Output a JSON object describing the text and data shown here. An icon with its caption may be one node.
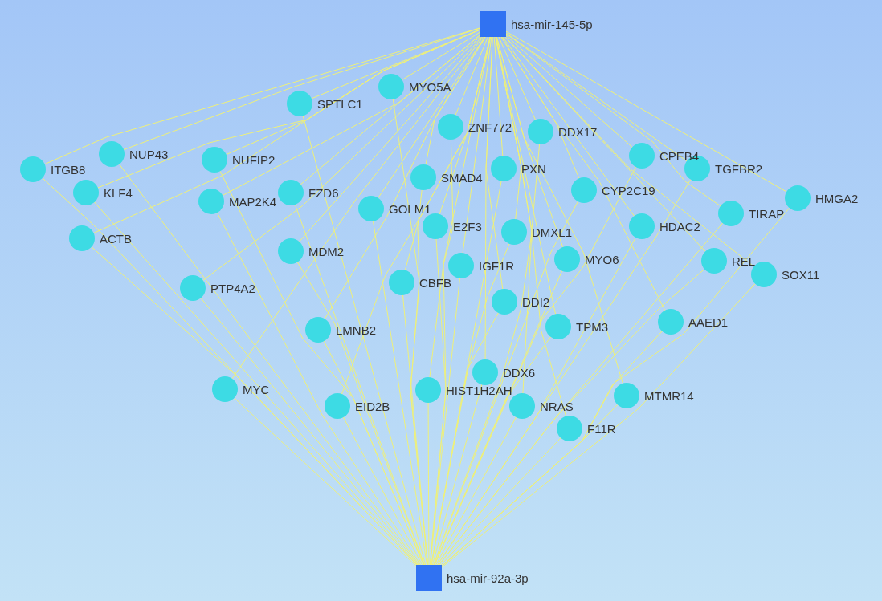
{
  "diagram": {
    "nodes": [
      {
        "text": [
          "hsa-mir-145-5p"
        ]
      },
      {
        "text": [
          "MYO5A"
        ]
      },
      {
        "text": [
          "SPTLC1"
        ]
      },
      {
        "text": [
          "ZNF772"
        ]
      },
      {
        "text": [
          "DDX17"
        ]
      },
      {
        "text": [
          "NUP43"
        ]
      },
      {
        "text": [
          "CPEB4"
        ]
      },
      {
        "text": [
          "ITGB8"
        ]
      },
      {
        "text": [
          "NUFIP2"
        ]
      },
      {
        "text": [
          "TGFBR2"
        ]
      },
      {
        "text": [
          "SMAD4"
        ]
      },
      {
        "text": [
          "PXN"
        ]
      },
      {
        "text": [
          "KLF4"
        ]
      },
      {
        "text": [
          "MAP2K4"
        ]
      },
      {
        "text": [
          "FZD6"
        ]
      },
      {
        "text": [
          "CYP2C19"
        ]
      },
      {
        "text": [
          "HMGA2"
        ]
      },
      {
        "text": [
          "GOLM1"
        ]
      },
      {
        "text": [
          "TIRAP"
        ]
      },
      {
        "text": [
          "E2F3"
        ]
      },
      {
        "text": [
          "DMXL1"
        ]
      },
      {
        "text": [
          "HDAC2"
        ]
      },
      {
        "text": [
          "ACTB"
        ]
      },
      {
        "text": [
          "MDM2"
        ]
      },
      {
        "text": [
          "IGF1R"
        ]
      },
      {
        "text": [
          "MYO6"
        ]
      },
      {
        "text": [
          "REL"
        ]
      },
      {
        "text": [
          "SOX11"
        ]
      },
      {
        "text": [
          "PTP4A2"
        ]
      },
      {
        "text": [
          "CBFB"
        ]
      },
      {
        "text": [
          "DDI2"
        ]
      },
      {
        "text": [
          "TPM3"
        ]
      },
      {
        "text": [
          "AAED1"
        ]
      },
      {
        "text": [
          "LMNB2"
        ]
      },
      {
        "text": [
          "DDX6"
        ]
      },
      {
        "text": [
          "MYC"
        ]
      },
      {
        "text": [
          "HIST1H2AH"
        ]
      },
      {
        "text": [
          "MTMR14"
        ]
      },
      {
        "text": [
          "EID2B"
        ]
      },
      {
        "text": [
          "NRAS"
        ]
      },
      {
        "text": [
          "F11R"
        ]
      },
      {
        "text": [
          "hsa-mir-92a-3p"
        ]
      }
    ],
    "edges": [
      {
        "from": 0,
        "to": 1,
        "arrow": "none"
      },
      {
        "from": 0,
        "to": 2,
        "arrow": "none"
      },
      {
        "from": 0,
        "to": 3,
        "arrow": "none"
      },
      {
        "from": 0,
        "to": 4,
        "arrow": "none"
      },
      {
        "from": 0,
        "to": 5,
        "arrow": "none"
      },
      {
        "from": 0,
        "to": 6,
        "arrow": "none"
      },
      {
        "from": 0,
        "to": 7,
        "arrow": "none"
      },
      {
        "from": 0,
        "to": 8,
        "arrow": "none"
      },
      {
        "from": 0,
        "to": 9,
        "arrow": "none"
      },
      {
        "from": 0,
        "to": 10,
        "arrow": "none"
      },
      {
        "from": 0,
        "to": 11,
        "arrow": "none"
      },
      {
        "from": 0,
        "to": 12,
        "arrow": "none"
      },
      {
        "from": 0,
        "to": 13,
        "arrow": "none"
      },
      {
        "from": 0,
        "to": 14,
        "arrow": "none"
      },
      {
        "from": 0,
        "to": 15,
        "arrow": "none"
      },
      {
        "from": 0,
        "to": 16,
        "arrow": "none"
      },
      {
        "from": 0,
        "to": 17,
        "arrow": "none"
      },
      {
        "from": 0,
        "to": 18,
        "arrow": "none"
      },
      {
        "from": 0,
        "to": 19,
        "arrow": "none"
      },
      {
        "from": 0,
        "to": 20,
        "arrow": "none"
      },
      {
        "from": 0,
        "to": 21,
        "arrow": "none"
      },
      {
        "from": 0,
        "to": 22,
        "arrow": "none"
      },
      {
        "from": 0,
        "to": 23,
        "arrow": "none"
      },
      {
        "from": 0,
        "to": 24,
        "arrow": "none"
      },
      {
        "from": 0,
        "to": 25,
        "arrow": "none"
      },
      {
        "from": 0,
        "to": 26,
        "arrow": "none"
      },
      {
        "from": 0,
        "to": 27,
        "arrow": "none"
      },
      {
        "from": 0,
        "to": 28,
        "arrow": "none"
      },
      {
        "from": 0,
        "to": 29,
        "arrow": "none"
      },
      {
        "from": 0,
        "to": 30,
        "arrow": "none"
      },
      {
        "from": 0,
        "to": 31,
        "arrow": "none"
      },
      {
        "from": 0,
        "to": 32,
        "arrow": "none"
      },
      {
        "from": 0,
        "to": 33,
        "arrow": "none"
      },
      {
        "from": 0,
        "to": 34,
        "arrow": "none"
      },
      {
        "from": 0,
        "to": 35,
        "arrow": "none"
      },
      {
        "from": 0,
        "to": 36,
        "arrow": "none"
      },
      {
        "from": 0,
        "to": 37,
        "arrow": "none"
      },
      {
        "from": 0,
        "to": 38,
        "arrow": "none"
      },
      {
        "from": 0,
        "to": 39,
        "arrow": "none"
      },
      {
        "from": 0,
        "to": 40,
        "arrow": "none"
      },
      {
        "from": 41,
        "to": 1,
        "arrow": "none"
      },
      {
        "from": 41,
        "to": 2,
        "arrow": "none"
      },
      {
        "from": 41,
        "to": 3,
        "arrow": "none"
      },
      {
        "from": 41,
        "to": 4,
        "arrow": "none"
      },
      {
        "from": 41,
        "to": 5,
        "arrow": "none"
      },
      {
        "from": 41,
        "to": 6,
        "arrow": "none"
      },
      {
        "from": 41,
        "to": 7,
        "arrow": "none"
      },
      {
        "from": 41,
        "to": 8,
        "arrow": "none"
      },
      {
        "from": 41,
        "to": 9,
        "arrow": "none"
      },
      {
        "from": 41,
        "to": 10,
        "arrow": "none"
      },
      {
        "from": 41,
        "to": 11,
        "arrow": "none"
      },
      {
        "from": 41,
        "to": 12,
        "arrow": "none"
      },
      {
        "from": 41,
        "to": 13,
        "arrow": "none"
      },
      {
        "from": 41,
        "to": 14,
        "arrow": "none"
      },
      {
        "from": 41,
        "to": 15,
        "arrow": "none"
      },
      {
        "from": 41,
        "to": 16,
        "arrow": "none"
      },
      {
        "from": 41,
        "to": 17,
        "arrow": "none"
      },
      {
        "from": 41,
        "to": 18,
        "arrow": "none"
      },
      {
        "from": 41,
        "to": 19,
        "arrow": "none"
      },
      {
        "from": 41,
        "to": 20,
        "arrow": "none"
      },
      {
        "from": 41,
        "to": 21,
        "arrow": "none"
      },
      {
        "from": 41,
        "to": 22,
        "arrow": "none"
      },
      {
        "from": 41,
        "to": 23,
        "arrow": "none"
      },
      {
        "from": 41,
        "to": 24,
        "arrow": "none"
      },
      {
        "from": 41,
        "to": 25,
        "arrow": "none"
      },
      {
        "from": 41,
        "to": 26,
        "arrow": "none"
      },
      {
        "from": 41,
        "to": 27,
        "arrow": "none"
      },
      {
        "from": 41,
        "to": 28,
        "arrow": "none"
      },
      {
        "from": 41,
        "to": 29,
        "arrow": "none"
      },
      {
        "from": 41,
        "to": 30,
        "arrow": "none"
      },
      {
        "from": 41,
        "to": 31,
        "arrow": "none"
      },
      {
        "from": 41,
        "to": 32,
        "arrow": "none"
      },
      {
        "from": 41,
        "to": 33,
        "arrow": "none"
      },
      {
        "from": 41,
        "to": 34,
        "arrow": "none"
      },
      {
        "from": 41,
        "to": 35,
        "arrow": "none"
      },
      {
        "from": 41,
        "to": 36,
        "arrow": "none"
      },
      {
        "from": 41,
        "to": 37,
        "arrow": "none"
      },
      {
        "from": 41,
        "to": 38,
        "arrow": "none"
      },
      {
        "from": 41,
        "to": 39,
        "arrow": "none"
      },
      {
        "from": 41,
        "to": 40,
        "arrow": "none"
      }
    ]
  }
}
